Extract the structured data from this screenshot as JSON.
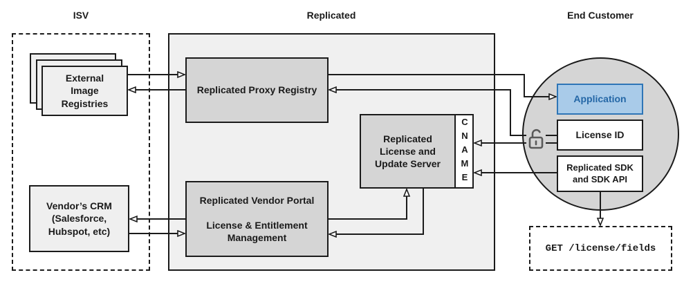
{
  "sections": {
    "isv": {
      "title": "ISV"
    },
    "replicated": {
      "title": "Replicated"
    },
    "end_customer": {
      "title": "End Customer"
    }
  },
  "nodes": {
    "registries": {
      "label": "External\nImage\nRegistries"
    },
    "crm": {
      "label": "Vendor’s CRM\n(Salesforce,\nHubspot, etc)"
    },
    "proxy": {
      "label": "Replicated Proxy Registry"
    },
    "vendor_portal": {
      "label": "Replicated Vendor Portal\n\nLicense & Entitlement\nManagement"
    },
    "license_server": {
      "label": "Replicated\nLicense and\nUpdate Server"
    },
    "cname": {
      "label": "CNAME"
    },
    "application": {
      "label": "Application"
    },
    "license_id": {
      "label": "License ID"
    },
    "sdk": {
      "label": "Replicated SDK\nand SDK API"
    },
    "api_call": {
      "label": "GET /license/fields"
    }
  },
  "icons": {
    "unlock": "open-padlock"
  },
  "colors": {
    "container_fill": "#f0f0f0",
    "node_fill": "#d5d5d5",
    "light_node_fill": "#efefef",
    "circle_fill": "#d5d5d5",
    "app_fill": "#a9cbe9",
    "app_border": "#2e75b6",
    "app_text": "#2467a6",
    "line": "#1a1a1a",
    "lock": "#595959"
  },
  "edges": [
    {
      "from": "external-image-registries",
      "to": "replicated-proxy-registry"
    },
    {
      "from": "replicated-proxy-registry",
      "to": "external-image-registries"
    },
    {
      "from": "replicated-proxy-registry",
      "to": "application"
    },
    {
      "from": "license-id",
      "to": "replicated-proxy-registry"
    },
    {
      "from": "license-id",
      "to": "cname"
    },
    {
      "from": "replicated-sdk",
      "to": "cname"
    },
    {
      "from": "vendor-portal",
      "to": "license-update-server"
    },
    {
      "from": "license-update-server",
      "to": "vendor-portal"
    },
    {
      "from": "vendor-portal",
      "to": "vendors-crm"
    },
    {
      "from": "vendors-crm",
      "to": "vendor-portal"
    },
    {
      "from": "replicated-sdk",
      "to": "get-license-fields"
    }
  ]
}
